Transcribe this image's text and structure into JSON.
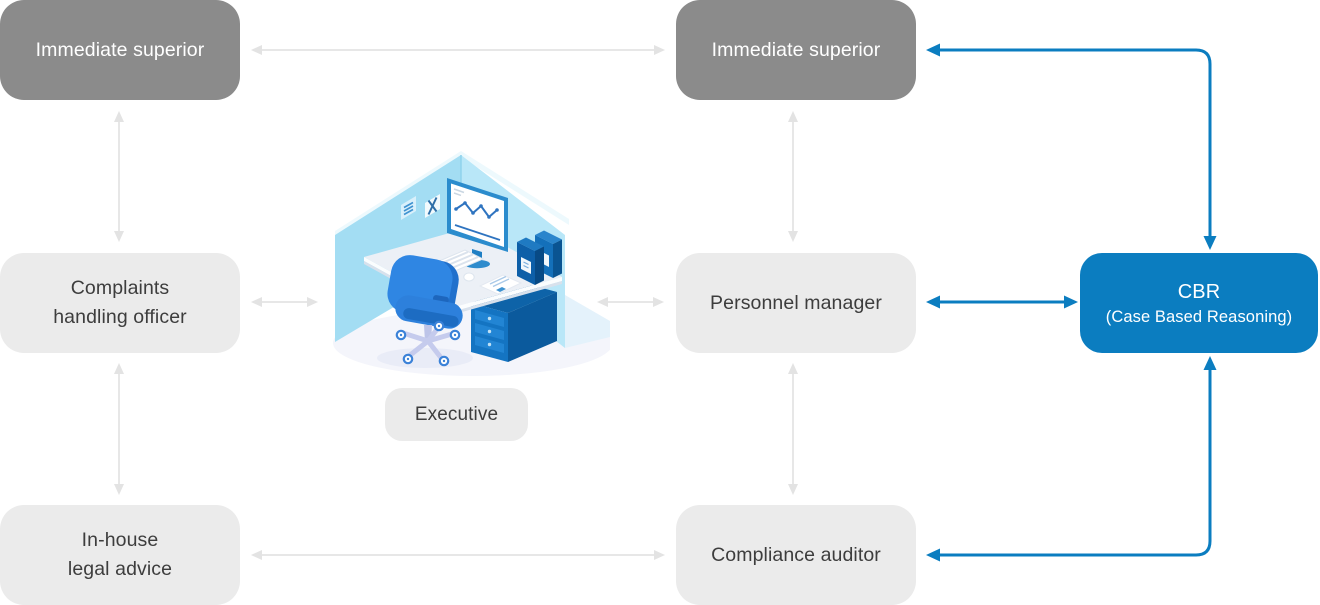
{
  "nodes": {
    "immediate_superior_left": {
      "label": "Immediate superior"
    },
    "immediate_superior_right": {
      "label": "Immediate superior"
    },
    "complaints_handling_officer": {
      "label": "Complaints\nhandling officer"
    },
    "personnel_manager": {
      "label": "Personnel manager"
    },
    "in_house_legal_advice": {
      "label": "In-house\nlegal advice"
    },
    "compliance_auditor": {
      "label": "Compliance auditor"
    },
    "executive": {
      "label": "Executive"
    },
    "cbr": {
      "title": "CBR",
      "subtitle": "(Case Based Reasoning)"
    }
  },
  "connectors": [
    {
      "between": [
        "immediate_superior_left",
        "immediate_superior_right"
      ],
      "style": "gray",
      "bidirectional": true
    },
    {
      "between": [
        "immediate_superior_left",
        "complaints_handling_officer"
      ],
      "style": "gray",
      "bidirectional": true
    },
    {
      "between": [
        "complaints_handling_officer",
        "in_house_legal_advice"
      ],
      "style": "gray",
      "bidirectional": true
    },
    {
      "between": [
        "complaints_handling_officer",
        "executive"
      ],
      "style": "gray",
      "bidirectional": true
    },
    {
      "between": [
        "executive",
        "personnel_manager"
      ],
      "style": "gray",
      "bidirectional": true
    },
    {
      "between": [
        "immediate_superior_right",
        "personnel_manager"
      ],
      "style": "gray",
      "bidirectional": true
    },
    {
      "between": [
        "personnel_manager",
        "compliance_auditor"
      ],
      "style": "gray",
      "bidirectional": true
    },
    {
      "between": [
        "in_house_legal_advice",
        "compliance_auditor"
      ],
      "style": "gray",
      "bidirectional": true
    },
    {
      "between": [
        "cbr",
        "immediate_superior_right"
      ],
      "style": "blue",
      "bidirectional": true
    },
    {
      "between": [
        "cbr",
        "personnel_manager"
      ],
      "style": "blue",
      "bidirectional": true
    },
    {
      "between": [
        "cbr",
        "compliance_auditor"
      ],
      "style": "blue",
      "bidirectional": true
    }
  ],
  "colors": {
    "accent_blue": "#0b7dc0",
    "node_dark_gray": "#8b8b8b",
    "node_light_gray": "#ebebeb",
    "connector_gray": "#e7e7e7",
    "text_dark": "#3d3d3d",
    "text_light": "#ffffff"
  },
  "illustration": {
    "name": "executive-office-desk"
  }
}
